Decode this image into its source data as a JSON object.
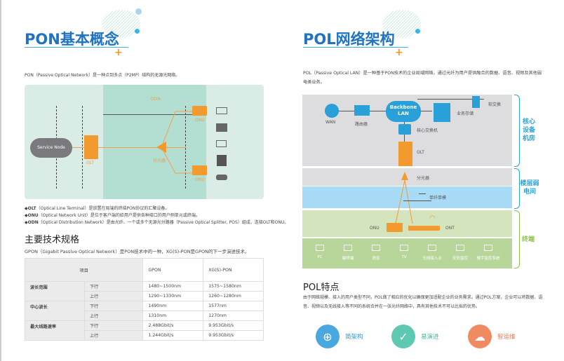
{
  "left": {
    "title": "PON基本概念",
    "intro": "PON（Passive Optical Network）是一种点到多点（P2MP）结构的无源光网络。",
    "diagram": {
      "odn": "ODN",
      "service_node": "Service Node",
      "olt": "OLT",
      "splitter": "分光器",
      "onu1": "ONU",
      "onu2": "ONU"
    },
    "bullets": [
      {
        "key": "OLT",
        "text": "（Optical Line Terminal）是放置在局端的终结PON协议的汇聚设备。"
      },
      {
        "key": "ONU",
        "text": "（Optical Network Unit）是位于客户端的给用户提供各种接口的用户侧单元或终端。"
      },
      {
        "key": "ODN",
        "text": "（Optical Distribution Network）是由光纤、一个或多个无源光分路器（Passive Optical Splitter, POS）组成，连接OLT和ONU。"
      }
    ],
    "spec_title": "主要技术规格",
    "spec_intro": "GPON（Gigabit Passive Optical Network）是PON技术中的一种，XG(S)-PON是GPON的下一步演进技术。",
    "table": {
      "headers": [
        "项目",
        "GPON",
        "XG(S)-PON"
      ],
      "groups": [
        {
          "name": "波长范围",
          "rows": [
            [
              "下行",
              "1480~1500nm",
              "1575~1580nm"
            ],
            [
              "上行",
              "1290~1330nm",
              "1260~1280nm"
            ]
          ]
        },
        {
          "name": "中心波长",
          "rows": [
            [
              "下行",
              "1490nm",
              "1577nm"
            ],
            [
              "上行",
              "1310nm",
              "1270nm"
            ]
          ]
        },
        {
          "name": "最大线路速率",
          "rows": [
            [
              "下行",
              "2.488Gbit/s",
              "9.953Gbit/s"
            ],
            [
              "上行",
              "1.244Gbit/s",
              "9.953Gbit/s"
            ]
          ]
        }
      ]
    }
  },
  "right": {
    "title": "POL网络架构",
    "intro": "POL（Passive Optical LAN）是一种基于PON技术的企业局域网络，通过光纤为用户提供融合的数据、语音、视频及其他弱电类业务。",
    "diagram": {
      "wan": "WAN",
      "router": "路由器",
      "backbone1": "Backbone",
      "backbone2": "LAN",
      "storage": "业务存储",
      "softswitch": "软交换",
      "core_switch": "核心交换机",
      "olt": "OLT",
      "splitter": "分光器",
      "fiber": "单纤单模",
      "onu": "ONU",
      "ont": "ONT"
    },
    "zones": [
      {
        "label": "核心设备机房",
        "color": "#29a3d6"
      },
      {
        "label": "楼层弱电间",
        "color": "#29a3d6"
      },
      {
        "label": "终端",
        "color": "#8dc14f"
      }
    ],
    "devices": [
      "PC",
      "瘦终端",
      "语音",
      "TV",
      "无线接入点",
      "安防监控",
      "楼宇监控系统"
    ],
    "features_title": "POL特点",
    "features_text": "由于网络规模、接入的用户类型不同，POL做了相应的优化以确保更加适配企业的业务需求。通过POL方案，企业可以将数据、语音、视频以及无线接入等不同的系统合并在一张光纤网络中，具有其他技术不可以比拟的优势。",
    "features": [
      {
        "label": "简架构",
        "color": "#4aa8e0"
      },
      {
        "label": "易演进",
        "color": "#5cc9b0"
      },
      {
        "label": "智运维",
        "color": "#f08a60"
      }
    ]
  },
  "colors": {
    "blue": "#1f73c0",
    "orange": "#f39a2e"
  }
}
